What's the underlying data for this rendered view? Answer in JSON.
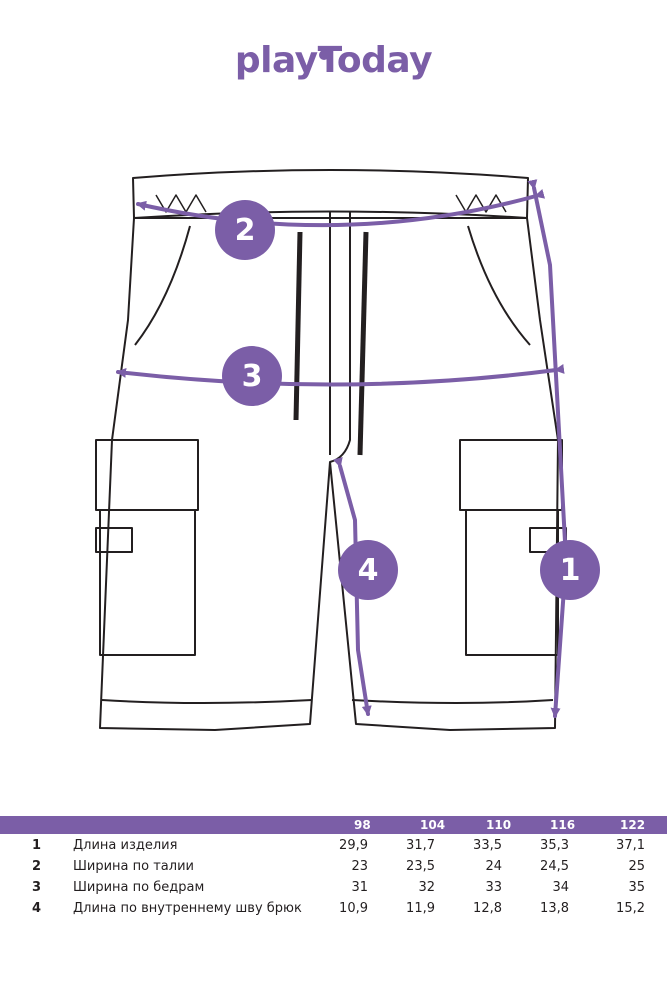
{
  "logo": {
    "text": "playToday"
  },
  "colors": {
    "accent": "#7b5ea7",
    "line": "#231f20",
    "background": "#ffffff"
  },
  "markers": [
    {
      "id": "1",
      "label": "1"
    },
    {
      "id": "2",
      "label": "2"
    },
    {
      "id": "3",
      "label": "3"
    },
    {
      "id": "4",
      "label": "4"
    }
  ],
  "size_table": {
    "sizes": [
      "98",
      "104",
      "110",
      "116",
      "122"
    ],
    "rows": [
      {
        "num": "1",
        "label": "Длина изделия",
        "values": [
          "29,9",
          "31,7",
          "33,5",
          "35,3",
          "37,1"
        ]
      },
      {
        "num": "2",
        "label": "Ширина по талии",
        "values": [
          "23",
          "23,5",
          "24",
          "24,5",
          "25"
        ]
      },
      {
        "num": "3",
        "label": "Ширина по бедрам",
        "values": [
          "31",
          "32",
          "33",
          "34",
          "35"
        ]
      },
      {
        "num": "4",
        "label": "Длина по внутреннему шву брюк",
        "values": [
          "10,9",
          "11,9",
          "12,8",
          "13,8",
          "15,2"
        ]
      }
    ]
  }
}
